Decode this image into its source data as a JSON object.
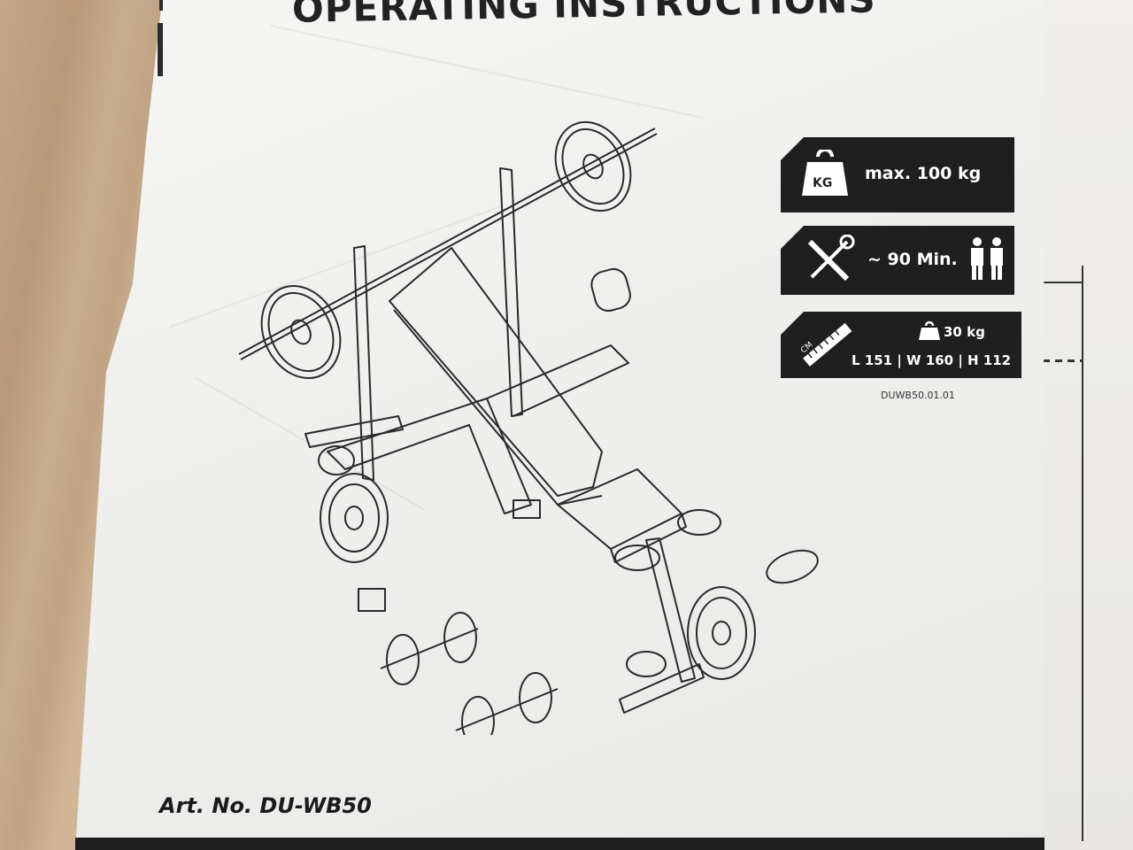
{
  "document": {
    "title": "OPERATING INSTRUCTIONS",
    "specs": {
      "max_load": "max. 100 kg",
      "weight_icon_label": "KG",
      "assembly_time": "~ 90 Min.",
      "product_weight": "30 kg",
      "dimensions": "L 151 | W 160 | H 112",
      "measure_icon_label": "CM"
    },
    "doc_code": "DUWB50.01.01",
    "article_number": "Art. No. DU-WB50"
  }
}
